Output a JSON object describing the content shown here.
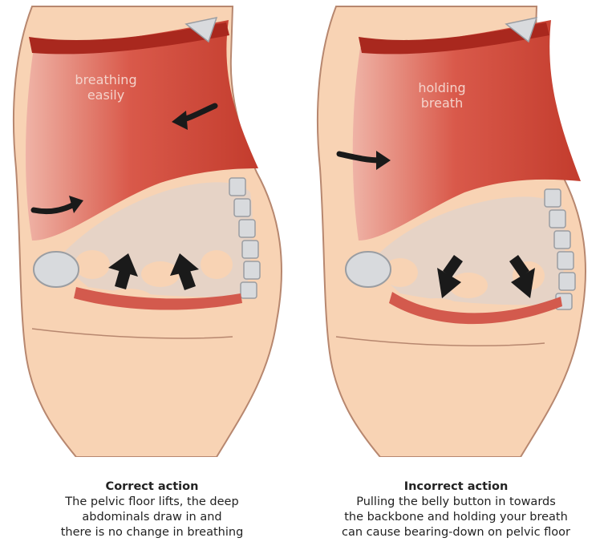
{
  "colors": {
    "skin": "#f8d3b4",
    "skin_outline": "#b7876f",
    "muscle_light": "#eaa497",
    "muscle_dark": "#c23b2c",
    "diaphragm_band": "#a9281e",
    "cavity": "#e6d3c6",
    "bone": "#d8dadd",
    "bone_outline": "#9a9da2",
    "pelvic_floor": "#d35a4d",
    "arrow": "#1a1a1a"
  },
  "panels": [
    {
      "overlay_label": [
        "breathing",
        "easily"
      ],
      "arrow_icons": [
        "curved-arrow-left-icon",
        "curved-arrow-right-icon",
        "arrow-up-icon",
        "arrow-up-icon"
      ],
      "caption": {
        "title": "Correct action",
        "lines": [
          "The pelvic floor lifts, the deep",
          "abdominals draw in and",
          "there is no change in breathing"
        ]
      }
    },
    {
      "overlay_label": [
        "holding",
        "breath"
      ],
      "arrow_icons": [
        "curved-arrow-right-icon",
        "arrow-down-icon",
        "arrow-down-icon"
      ],
      "caption": {
        "title": "Incorrect action",
        "lines": [
          "Pulling the belly button in towards",
          "the backbone and holding your breath",
          "can cause bearing-down on pelvic floor"
        ]
      }
    }
  ]
}
